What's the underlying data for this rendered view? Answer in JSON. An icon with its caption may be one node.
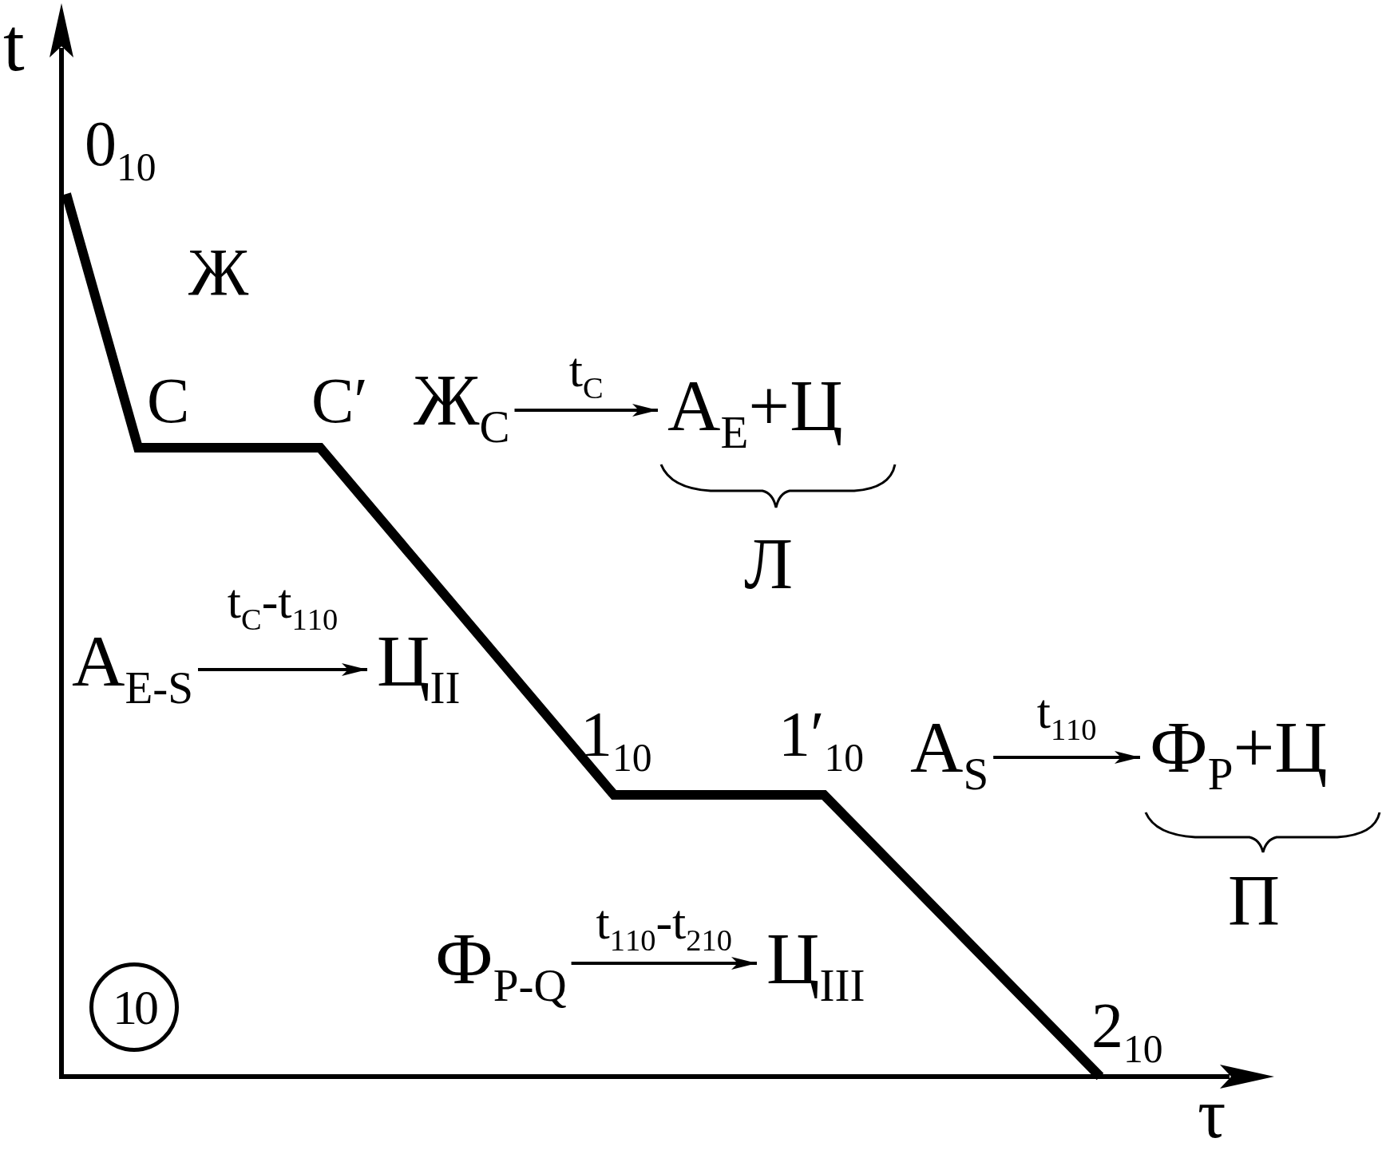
{
  "diagram": {
    "nodes": [
      {
        "text": [
          "Ж$_{C}$"
        ]
      },
      {
        "text": [
          "A$_{E}$+Ц"
        ]
      },
      {
        "text": [
          "A$_{E-S}$"
        ]
      },
      {
        "text": [
          "Ц$_{II}$"
        ]
      },
      {
        "text": [
          "A$_{S}$"
        ]
      },
      {
        "text": [
          "Ф$_{P}$+Ц"
        ]
      },
      {
        "text": [
          "Ф$_{P-Q}$"
        ]
      },
      {
        "text": [
          "Ц$_{III}$"
        ]
      },
      {
        "text": [
          "10"
        ]
      }
    ],
    "edges": [
      {
        "from": 0,
        "to": 1,
        "arrow": "to",
        "label": "t$_{C}$"
      },
      {
        "from": 2,
        "to": 3,
        "arrow": "to",
        "label": "t$_{C}$-t$_{1}$$_{10}$"
      },
      {
        "from": 4,
        "to": 5,
        "arrow": "to",
        "label": "t$_{1}$$_{10}$"
      },
      {
        "from": 6,
        "to": 7,
        "arrow": "to",
        "label": "t$_{1}$$_{10}$-t$_{2}$$_{10}$"
      }
    ],
    "labels": [
      "t",
      "0$_{10}$",
      "Ж",
      "C",
      "C′",
      "Л",
      "1$_{10}$",
      "1′$_{10}$",
      "П",
      "2$_{10}$",
      "τ"
    ]
  }
}
